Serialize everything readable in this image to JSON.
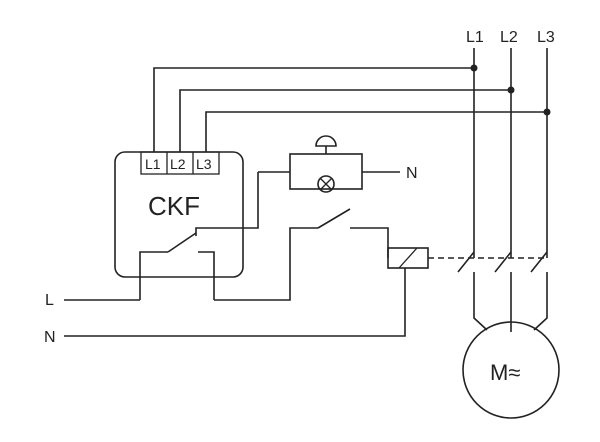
{
  "supply": {
    "phases": [
      "L1",
      "L2",
      "L3"
    ],
    "control_line": "L",
    "neutral": "N",
    "lamp_neutral": "N"
  },
  "relay": {
    "name": "CKF",
    "terminals": [
      "L1",
      "L2",
      "L3"
    ]
  },
  "motor": {
    "label": "M≈"
  },
  "components": {
    "lamp_icon": "signal-lamp-icon",
    "horn_icon": "horn-icon",
    "contactor_coil_icon": "contactor-coil-icon",
    "switch_icon": "manual-switch-icon"
  },
  "colors": {
    "line": "#222222",
    "background": "#ffffff"
  }
}
